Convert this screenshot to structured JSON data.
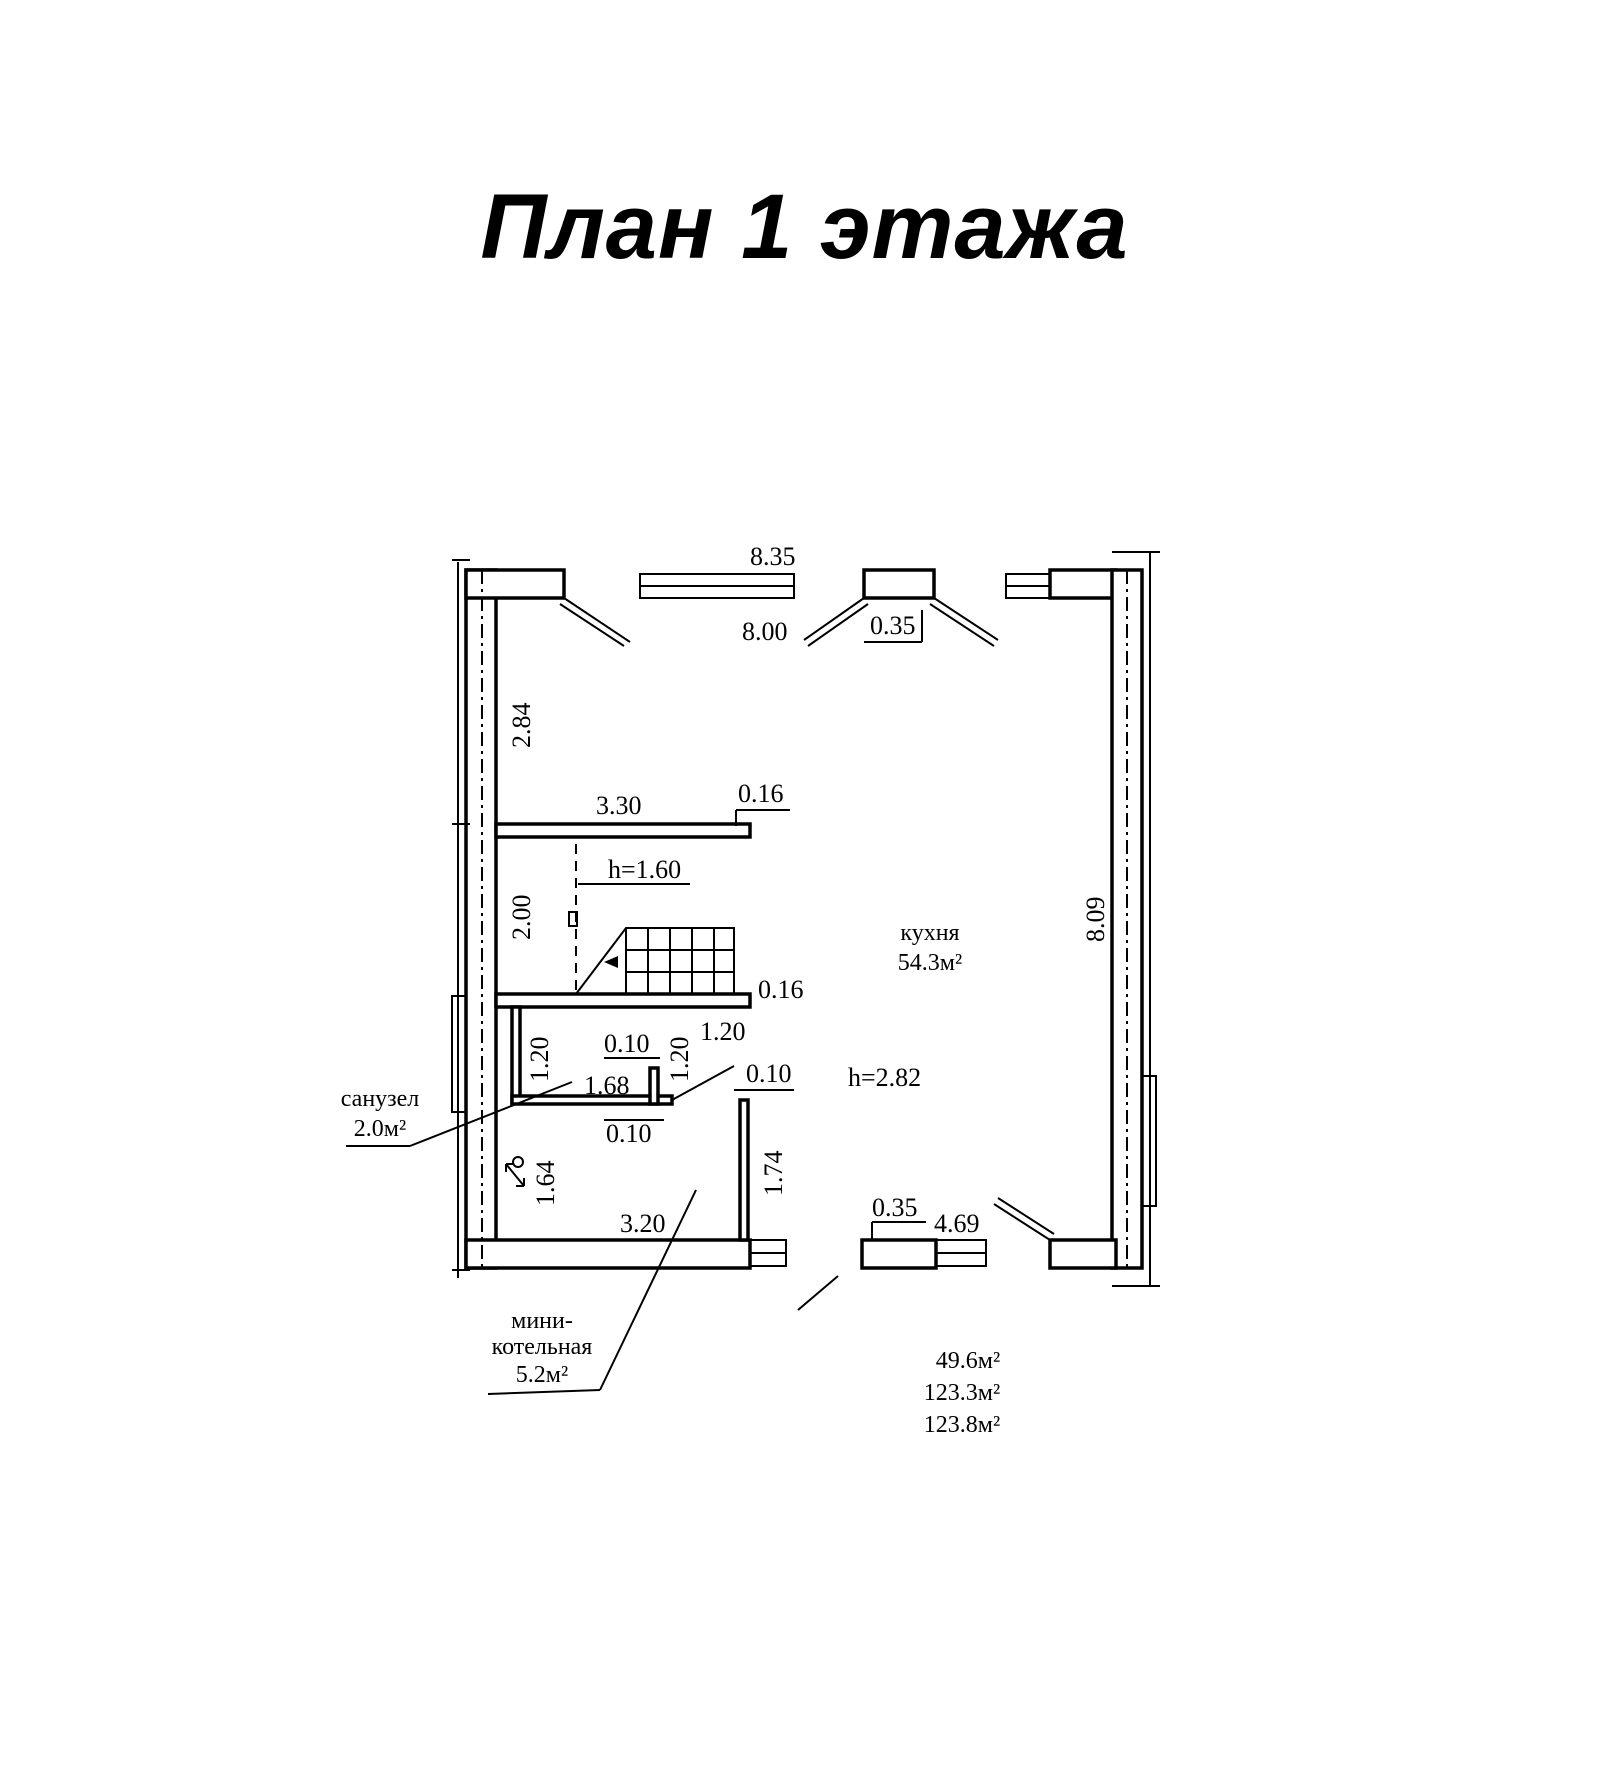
{
  "title": "План 1 этажа",
  "dimensions": {
    "d835": "8.35",
    "d800": "8.00",
    "d035_top": "0.35",
    "d284": "2.84",
    "d330": "3.30",
    "d016_a": "0.16",
    "h160": "h=1.60",
    "d200": "2.00",
    "d016_b": "0.16",
    "d120_a": "1.20",
    "d010_a": "0.10",
    "d120_b": "1.20",
    "d120_c": "1.20",
    "d168": "1.68",
    "d010_b": "0.10",
    "d010_c": "0.10",
    "h282": "h=2.82",
    "d164": "1.64",
    "d174": "1.74",
    "d320": "3.20",
    "d035_bottom": "0.35",
    "d469": "4.69",
    "d809": "8.09"
  },
  "rooms": {
    "kitchen_name": "кухня",
    "kitchen_area": "54.3м²",
    "bathroom_name": "санузел",
    "bathroom_area": "2.0м²",
    "boiler_name_1": "мини-",
    "boiler_name_2": "котельная",
    "boiler_area": "5.2м²"
  },
  "totals": {
    "living": "49.6м²",
    "useful": "123.3м²",
    "total": "123.8м²"
  }
}
